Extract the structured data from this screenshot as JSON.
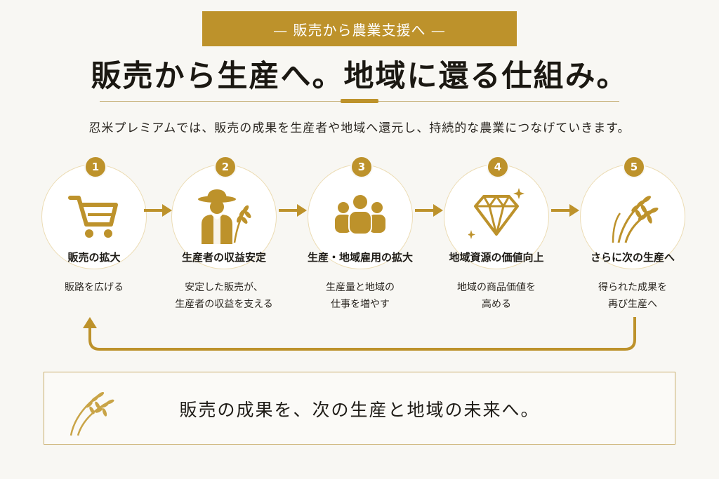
{
  "ribbon_label": "— 販売から農業支援へ —",
  "headline": "販売から生産へ。地域に還る仕組み。",
  "intro": "忍米プレミアムでは、販売の成果を生産者や地域へ還元し、持続的な農業につなげていきます。",
  "steps": [
    {
      "num": "1",
      "icon": "shopping-cart-icon",
      "title": "販売の拡大",
      "desc": [
        "販路を広げる"
      ]
    },
    {
      "num": "2",
      "icon": "farmer-icon",
      "title": "生産者の収益安定",
      "desc": [
        "安定した販売が、",
        "生産者の収益を支える"
      ]
    },
    {
      "num": "3",
      "icon": "people-group-icon",
      "title": "生産・地域雇用の拡大",
      "desc": [
        "生産量と地域の",
        "仕事を増やす"
      ]
    },
    {
      "num": "4",
      "icon": "diamond-icon",
      "title": "地域資源の価値向上",
      "desc": [
        "地域の商品価値を",
        "高める"
      ]
    },
    {
      "num": "5",
      "icon": "rice-plant-icon",
      "title": "さらに次の生産へ",
      "desc": [
        "得られた成果を",
        "再び生産へ"
      ]
    }
  ],
  "slogan": "販売の成果を、次の生産と地域の未来へ。",
  "colors": {
    "accent": "#bd922b",
    "background": "#f8f7f3",
    "ring": "#ecdcb4",
    "text": "#1f1c17"
  }
}
